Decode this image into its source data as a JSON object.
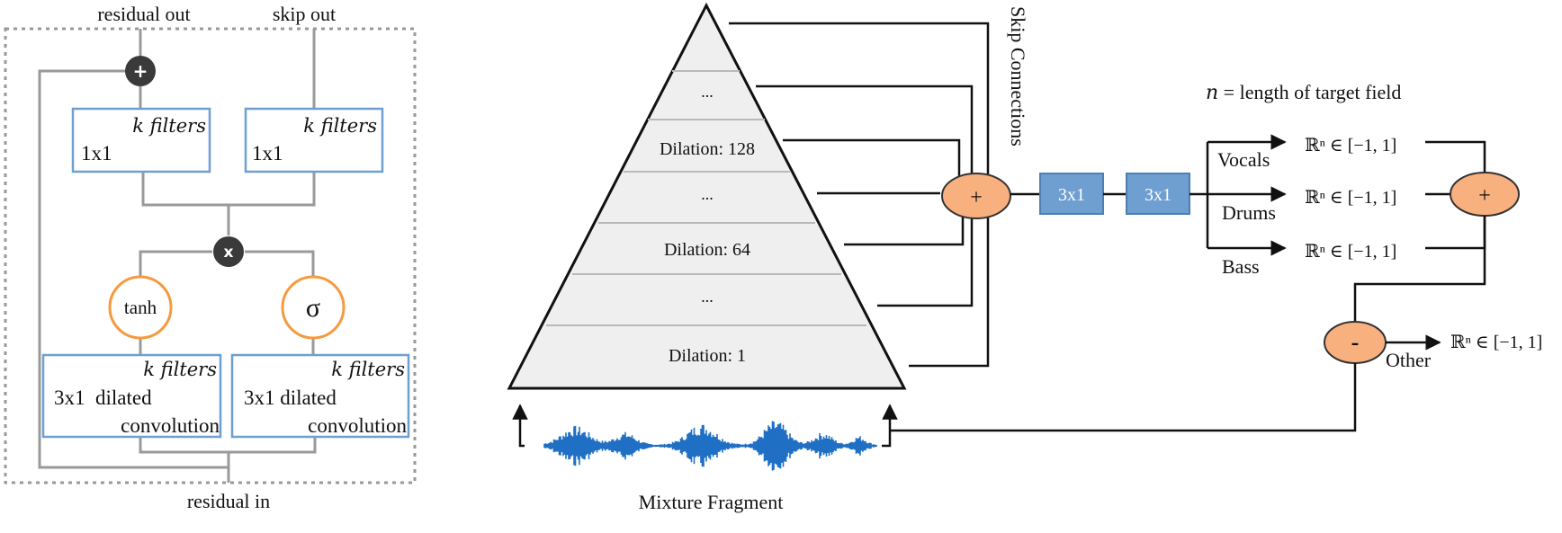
{
  "wavenet_block": {
    "residual_out": "residual out",
    "skip_out": "skip out",
    "residual_in": "residual in",
    "plus_symbol": "+",
    "mult_symbol": "x",
    "filters_left": "k filters",
    "filters_right": "k filters",
    "conv1x1_left": "1x1",
    "conv1x1_right": "1x1",
    "tanh_label": "tanh",
    "sigma_label": "σ",
    "dil_filters_left": "k filters",
    "dil_filters_right": "k filters",
    "dil_left_line1": "3x1  dilated",
    "dil_left_line2": "convolution",
    "dil_right_line1": "3x1 dilated",
    "dil_right_line2": "convolution"
  },
  "pyramid": {
    "layers": [
      "...",
      "Dilation: 128",
      "...",
      "Dilation: 64",
      "...",
      "Dilation: 1"
    ],
    "input_label": "Mixture Fragment"
  },
  "skip": {
    "label": "Skip Connections",
    "plus_symbol": "+"
  },
  "conv_blocks": [
    "3x1",
    "3x1"
  ],
  "outputs": {
    "target_note_n": "n",
    "target_note_text": " = length of target field",
    "sources": [
      {
        "name": "Vocals",
        "range": "ℝⁿ ∈ [−1, 1]"
      },
      {
        "name": "Drums",
        "range": "ℝⁿ ∈ [−1, 1]"
      },
      {
        "name": "Bass",
        "range": "ℝⁿ ∈ [−1, 1]"
      }
    ],
    "sum_symbol": "+",
    "minus_symbol": "-",
    "other_name": "Other",
    "other_range": "ℝⁿ ∈ [−1, 1]"
  },
  "colors": {
    "node_orange": "#f8b07e",
    "conv_blue": "#6e9fd0",
    "waveform_blue": "#1f6fc4",
    "pyramid_fill": "#efefef"
  }
}
